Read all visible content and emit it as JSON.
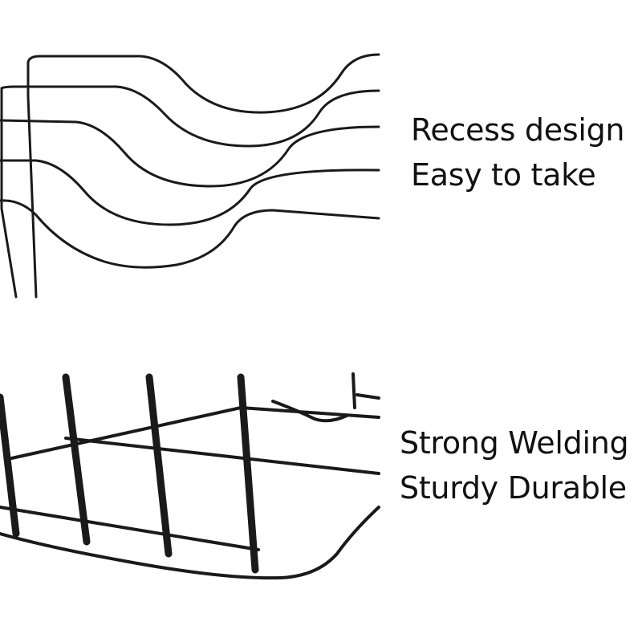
{
  "top_panel": {
    "caption_lines": [
      "Recess design",
      "Easy to take"
    ],
    "subject": "recessed-wire-rack-close-up"
  },
  "bottom_panel": {
    "caption_lines": [
      "Strong Welding",
      "Sturdy Durable"
    ],
    "subject": "welded-wire-rack-base"
  },
  "colors": {
    "background": "#ffffff",
    "wire": "#1a1a1a",
    "text": "#111111"
  }
}
